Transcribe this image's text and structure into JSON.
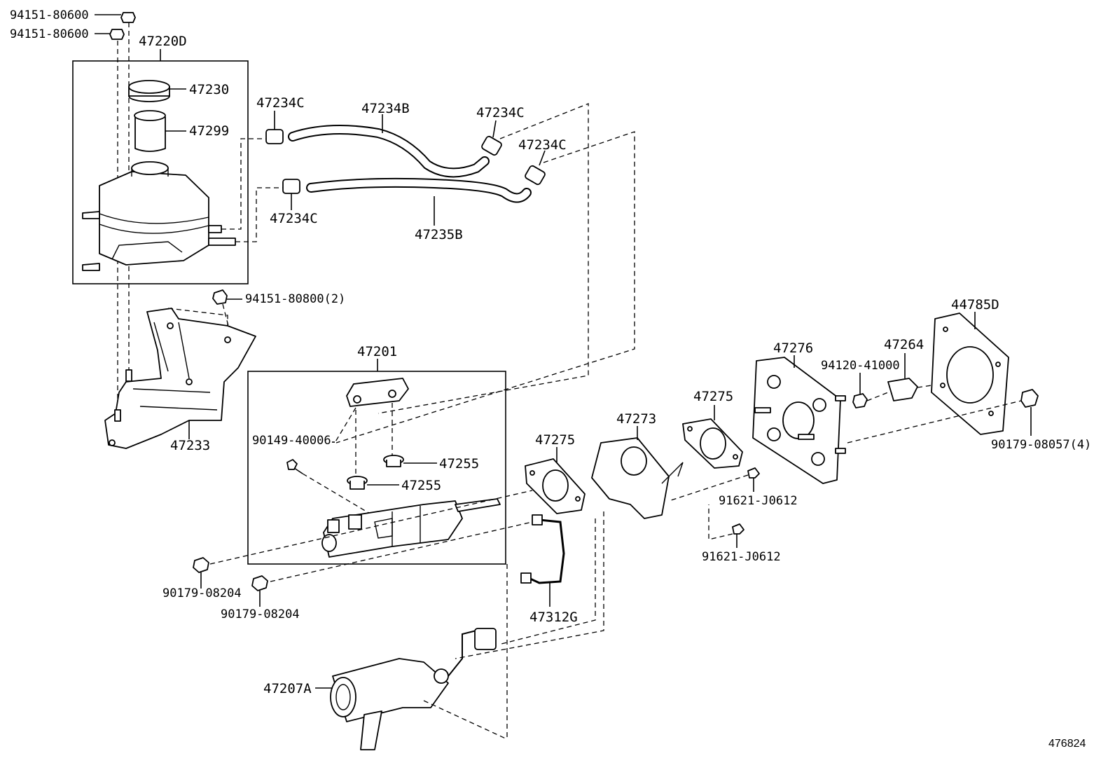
{
  "figure_id": "476824",
  "labels": {
    "p94151_80600_a": "94151-80600",
    "p94151_80600_b": "94151-80600",
    "p47220D": "47220D",
    "p47230": "47230",
    "p47299": "47299",
    "p47234C_1": "47234C",
    "p47234B": "47234B",
    "p47234C_2": "47234C",
    "p47234C_3": "47234C",
    "p47234C_4": "47234C",
    "p47235B": "47235B",
    "p94151_80800": "94151-80800(2)",
    "p47201": "47201",
    "p47233": "47233",
    "p90149_40006": "90149-40006",
    "p47255_a": "47255",
    "p47255_b": "47255",
    "p47275_a": "47275",
    "p47275_b": "47275",
    "p47273": "47273",
    "p47276": "47276",
    "p47264": "47264",
    "p44785D": "44785D",
    "p94120_41000": "94120-41000",
    "p90179_08057": "90179-08057(4)",
    "p91621_J0612_a": "91621-J0612",
    "p91621_J0612_b": "91621-J0612",
    "p90179_08204_a": "90179-08204",
    "p90179_08204_b": "90179-08204",
    "p47312G": "47312G",
    "p47207A": "47207A"
  }
}
